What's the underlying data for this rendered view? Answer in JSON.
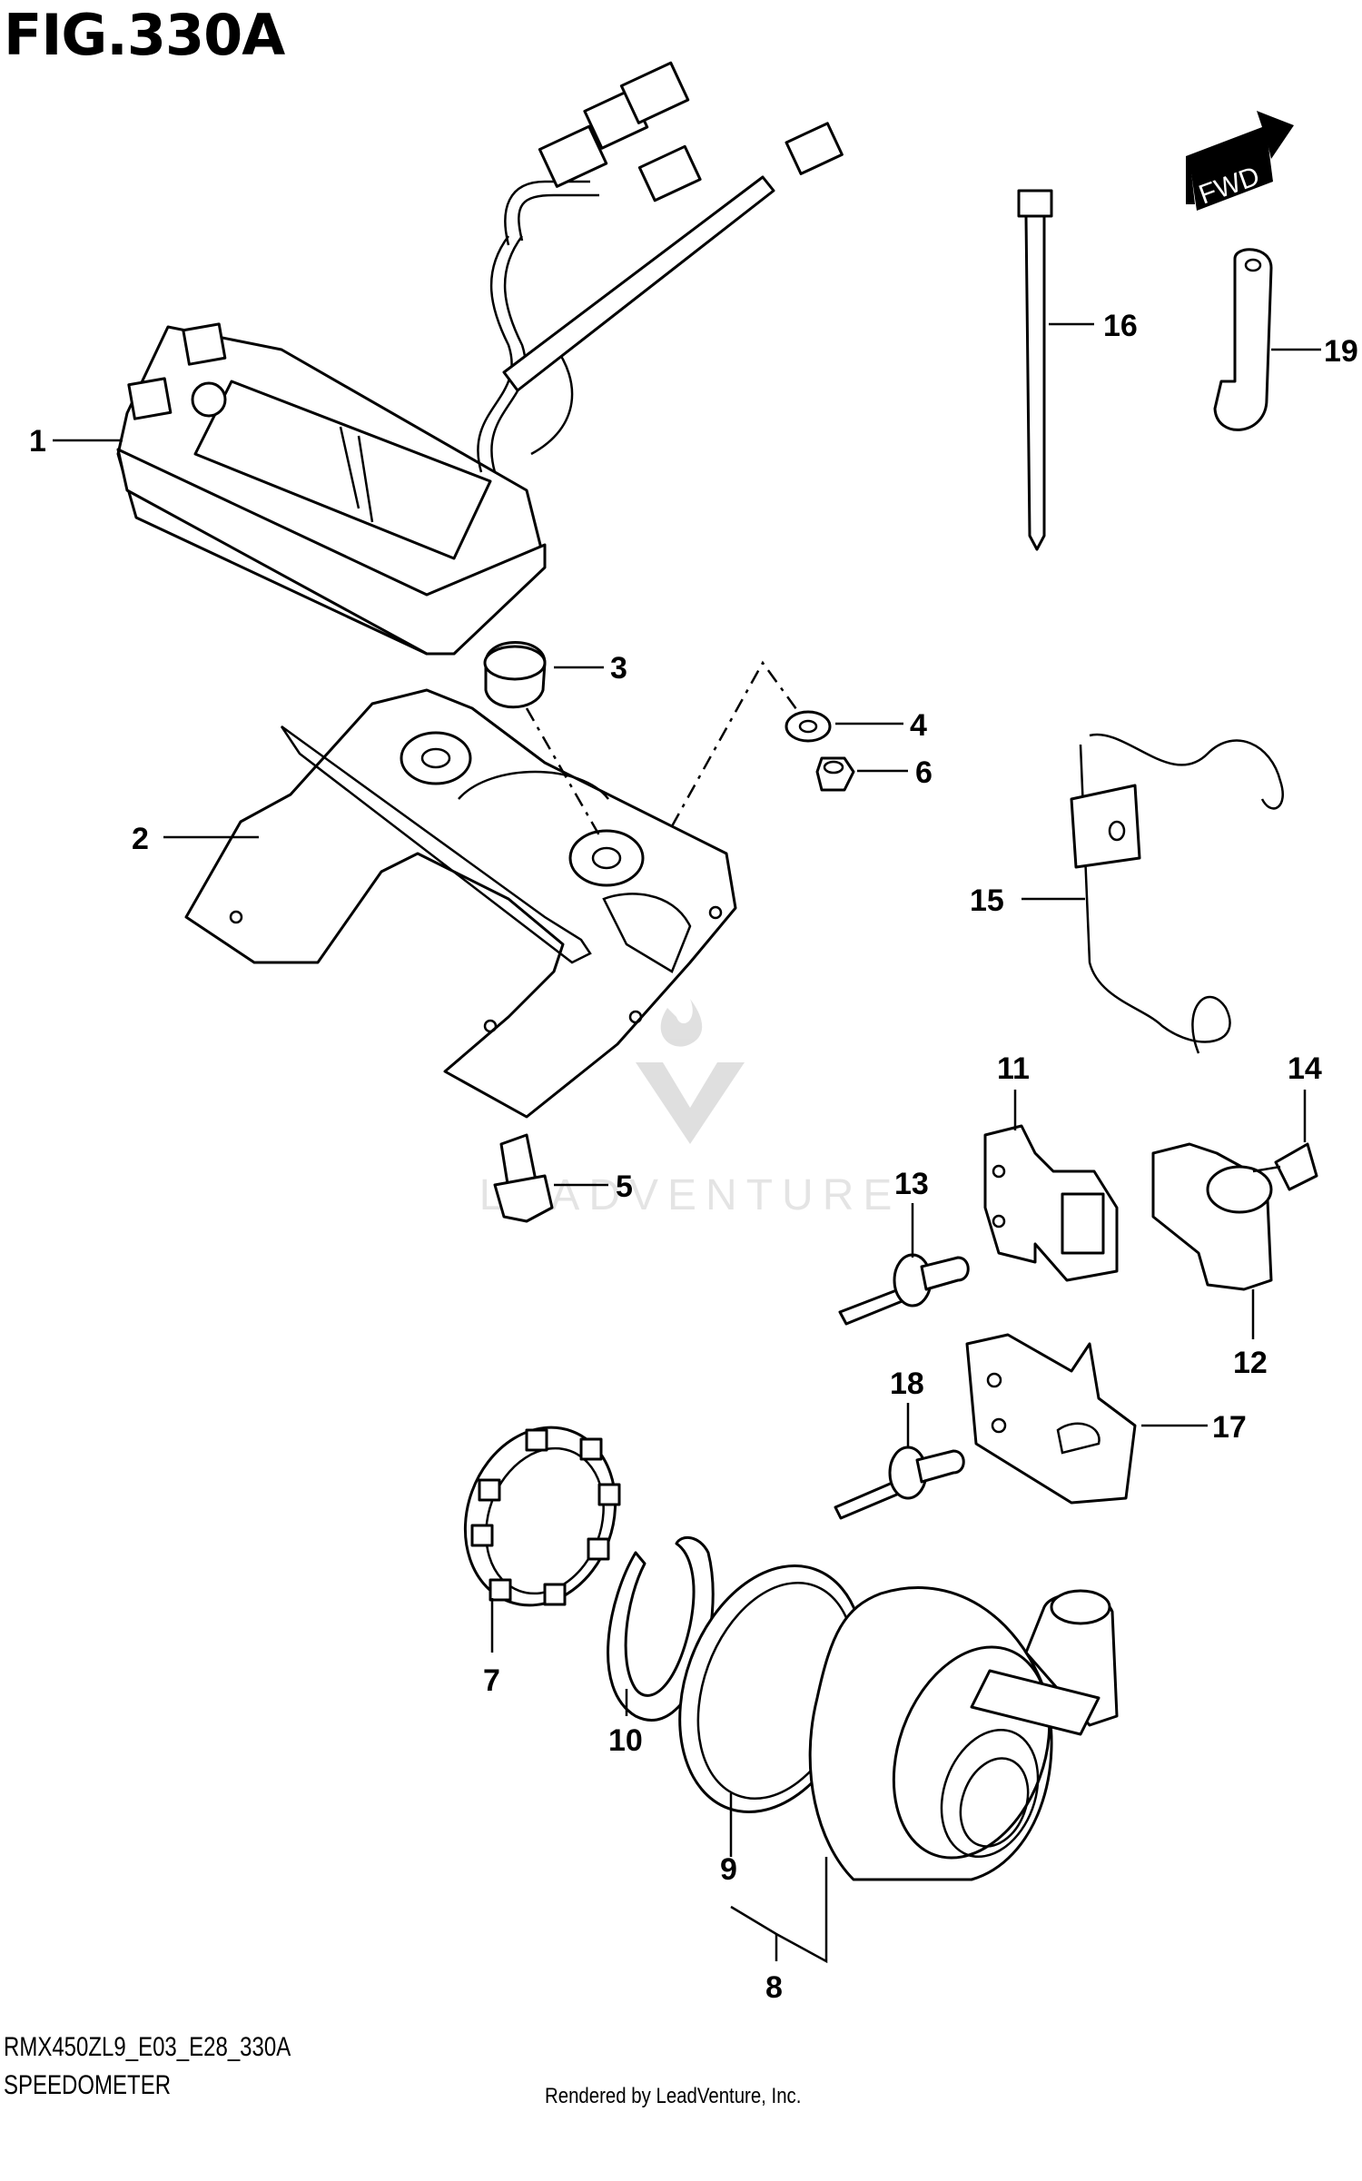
{
  "figure": {
    "title": "FIG.330A",
    "model_code": "RMX450ZL9_E03_E28_330A",
    "name": "SPEEDOMETER",
    "rendered_by": "Rendered by LeadVenture, Inc.",
    "watermark": "LEADVENTURE",
    "direction_label": "FWD"
  },
  "callouts": [
    {
      "number": "1",
      "part": "speedometer"
    },
    {
      "number": "2",
      "part": "bracket"
    },
    {
      "number": "3",
      "part": "grommet"
    },
    {
      "number": "4",
      "part": "washer"
    },
    {
      "number": "5",
      "part": "bolt"
    },
    {
      "number": "6",
      "part": "nut"
    },
    {
      "number": "7",
      "part": "retainer"
    },
    {
      "number": "8",
      "part": "speed-sensor-assy"
    },
    {
      "number": "9",
      "part": "o-ring"
    },
    {
      "number": "10",
      "part": "circlip"
    },
    {
      "number": "11",
      "part": "clamp-plate"
    },
    {
      "number": "12",
      "part": "cable-clamp"
    },
    {
      "number": "13",
      "part": "rivet"
    },
    {
      "number": "14",
      "part": "screw"
    },
    {
      "number": "15",
      "part": "wire-guide"
    },
    {
      "number": "16",
      "part": "cable-tie"
    },
    {
      "number": "17",
      "part": "clamp-bracket"
    },
    {
      "number": "18",
      "part": "rivet"
    },
    {
      "number": "19",
      "part": "clip"
    }
  ]
}
